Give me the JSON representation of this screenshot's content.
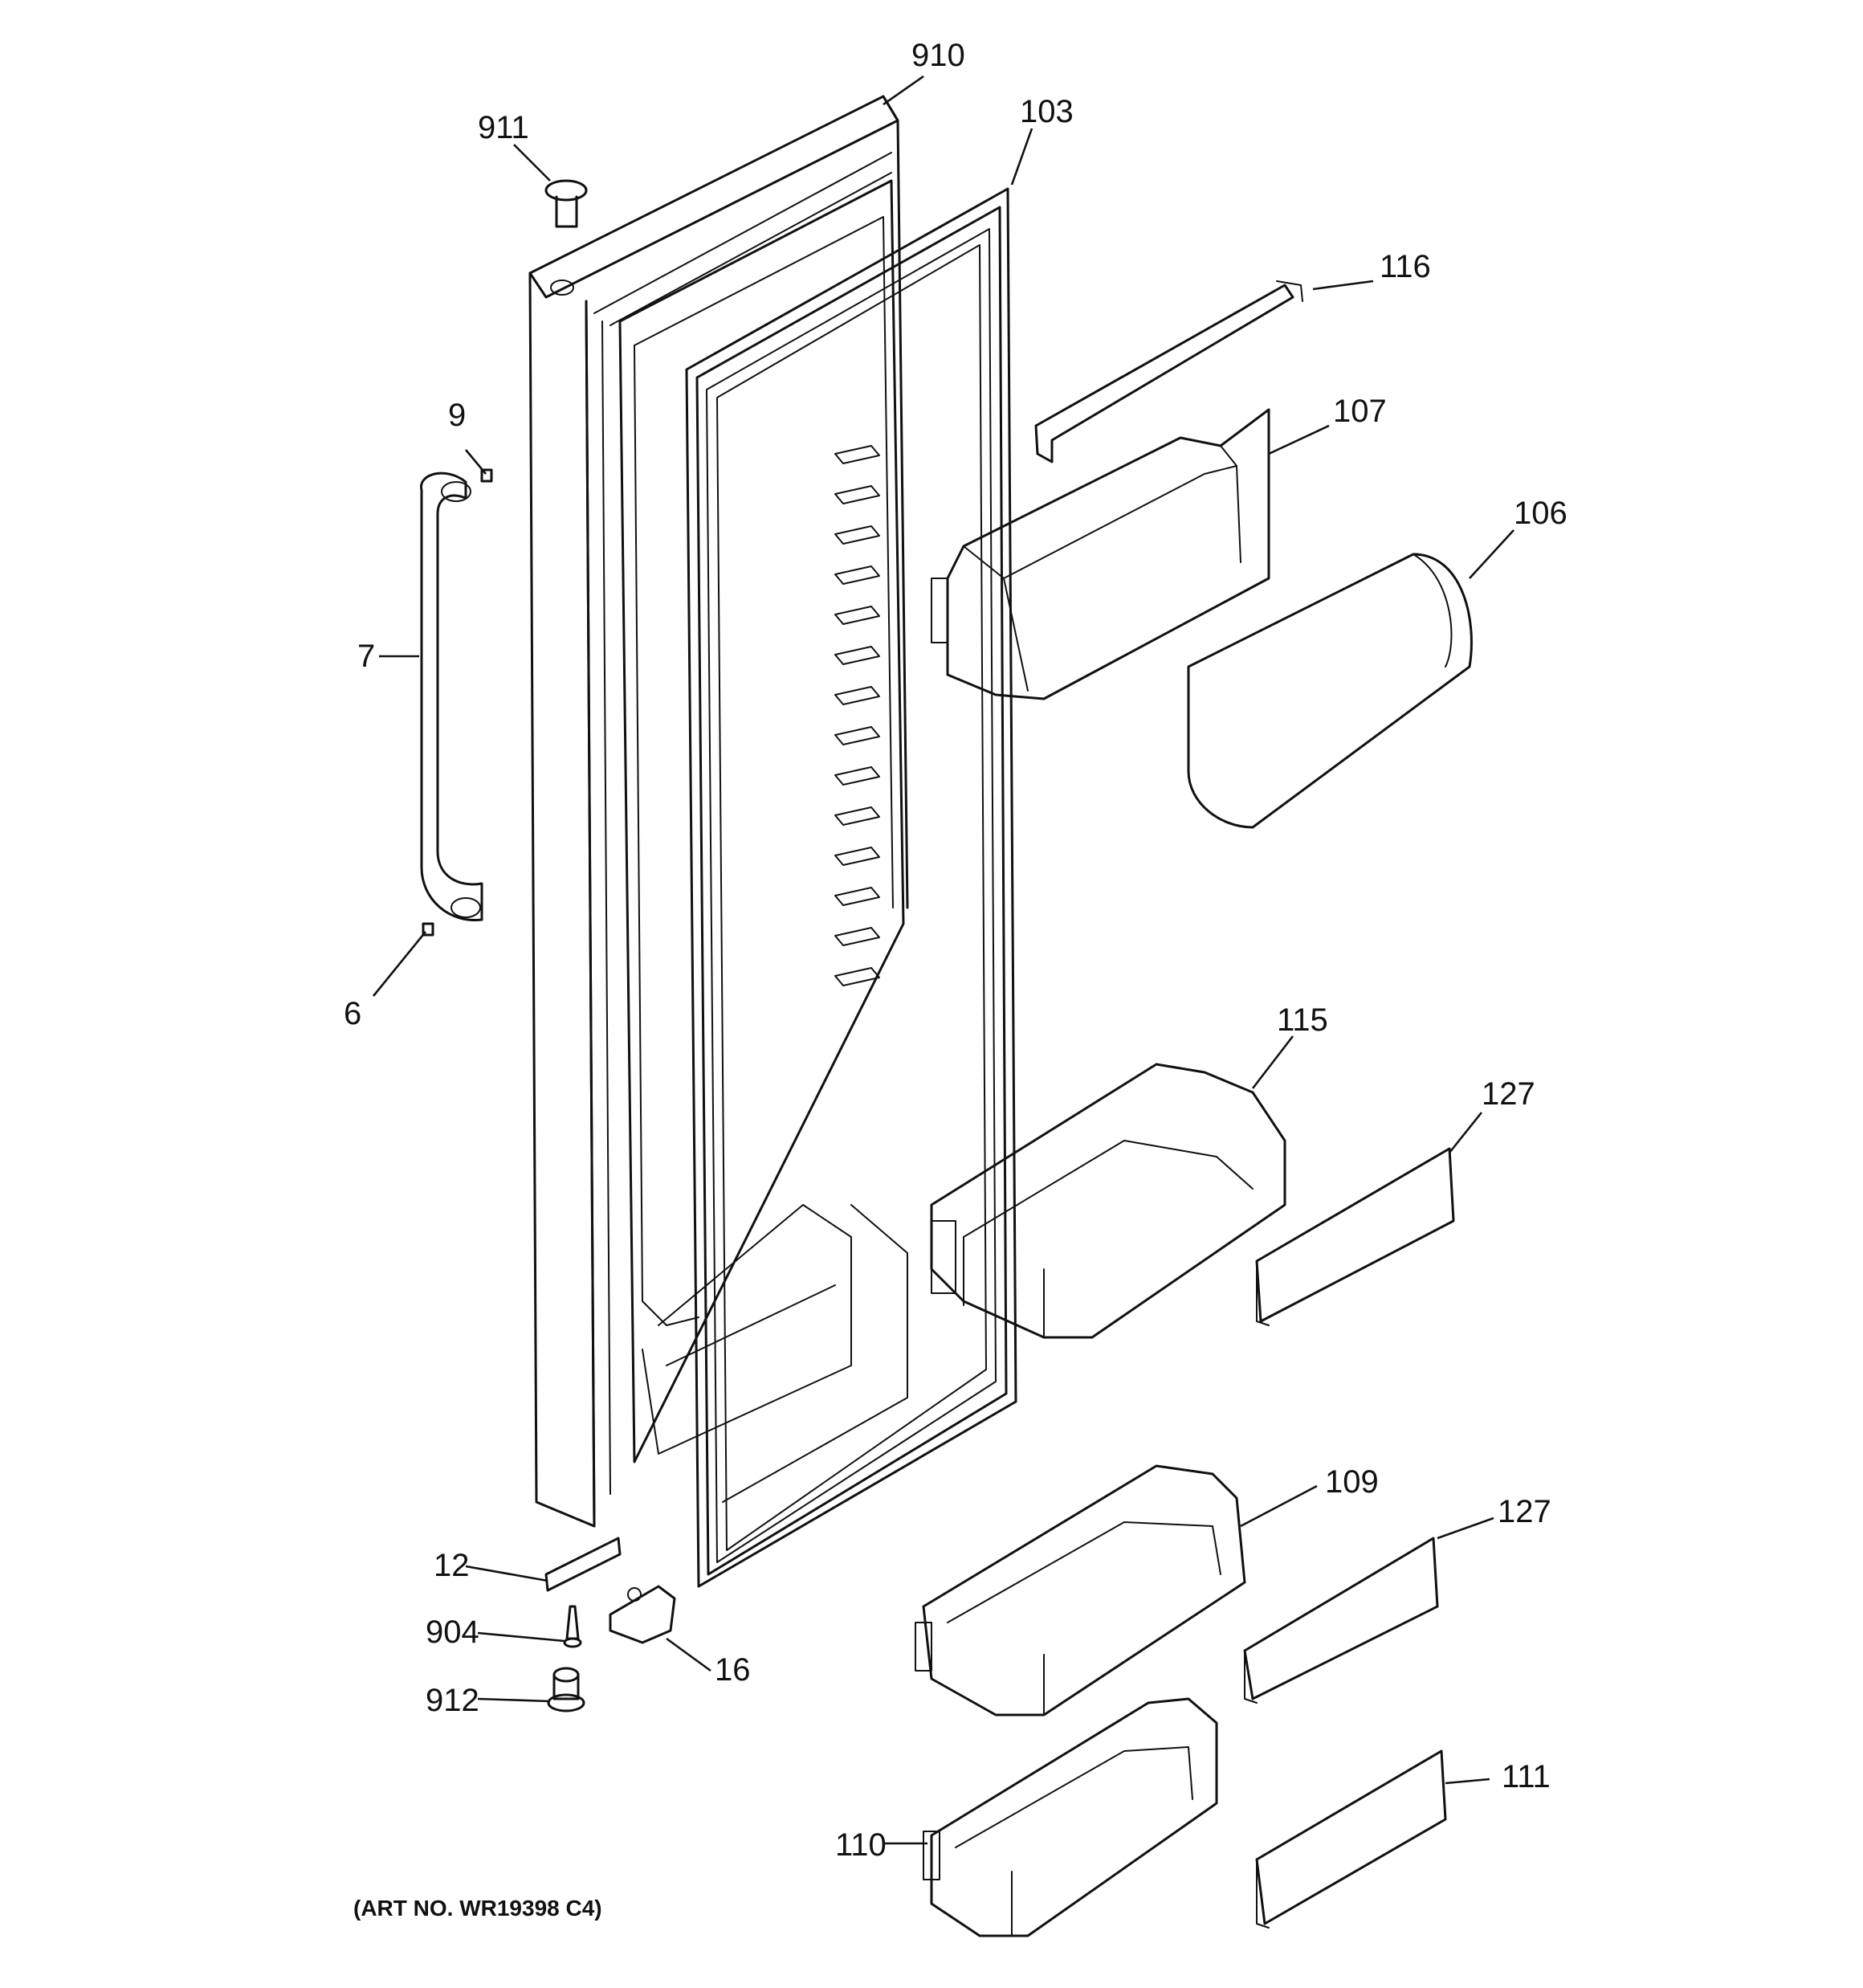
{
  "diagram": {
    "art_number": "(ART NO. WR19398 C4)",
    "callouts": {
      "c910": "910",
      "c911": "911",
      "c103": "103",
      "c116": "116",
      "c107": "107",
      "c106": "106",
      "c9": "9",
      "c7": "7",
      "c6": "6",
      "c115": "115",
      "c127a": "127",
      "c109": "109",
      "c127b": "127",
      "c12": "12",
      "c904": "904",
      "c16": "16",
      "c912": "912",
      "c110": "110",
      "c111": "111"
    }
  }
}
